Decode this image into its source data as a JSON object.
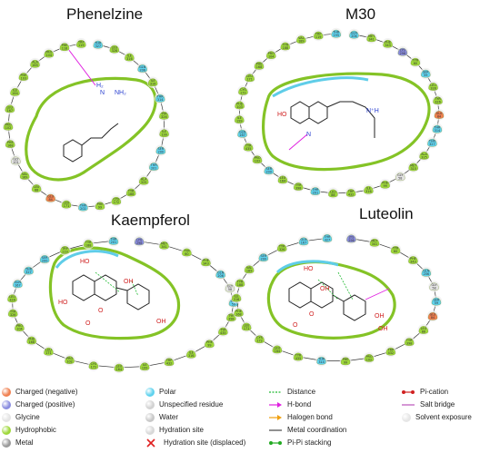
{
  "panels": [
    {
      "title": "Phenelzine",
      "atoms": [
        {
          "t": "H₂",
          "c": "#2a3fd0"
        },
        {
          "t": "N",
          "c": "#2a3fd0"
        },
        {
          "t": "NH₂",
          "c": "#2a3fd0"
        }
      ],
      "residues": [
        {
          "name": "THR",
          "num": "327",
          "type": "polar"
        },
        {
          "name": "LEU",
          "num": "328",
          "type": "hydrophobic"
        },
        {
          "name": "ILE",
          "num": "316",
          "type": "hydrophobic"
        },
        {
          "name": "GLN",
          "num": "206",
          "type": "polar"
        },
        {
          "name": "ILE",
          "num": "316",
          "type": "hydrophobic"
        },
        {
          "name": "THR",
          "num": "314",
          "type": "polar"
        },
        {
          "name": "TYR",
          "num": "326",
          "type": "hydrophobic"
        },
        {
          "name": "ILE",
          "num": "199",
          "type": "hydrophobic"
        },
        {
          "name": "SER",
          "num": "200",
          "type": "polar"
        },
        {
          "name": "THR",
          "num": "201",
          "type": "polar"
        },
        {
          "name": "ALA",
          "num": "325",
          "type": "hydrophobic"
        },
        {
          "name": "TYR",
          "num": "188",
          "type": "hydrophobic"
        },
        {
          "name": "CYS",
          "num": "172",
          "type": "hydrophobic"
        },
        {
          "name": "PHE",
          "num": "99",
          "type": "hydrophobic"
        },
        {
          "name": "THR",
          "num": "202",
          "type": "polar"
        },
        {
          "name": "LEU",
          "num": "171",
          "type": "hydrophobic"
        },
        {
          "name": "GLU",
          "num": "84",
          "type": "negative"
        },
        {
          "name": "LEU",
          "num": "88",
          "type": "hydrophobic"
        },
        {
          "name": "VAL",
          "num": "169",
          "type": "hydrophobic"
        },
        {
          "name": "GLY",
          "num": "101",
          "type": "glycine"
        },
        {
          "name": "PHE",
          "num": "168",
          "type": "hydrophobic"
        },
        {
          "name": "PRO",
          "num": "102",
          "type": "hydrophobic"
        },
        {
          "name": "LEU",
          "num": "167",
          "type": "hydrophobic"
        },
        {
          "name": "ILE",
          "num": "164",
          "type": "hydrophobic"
        },
        {
          "name": "PHE",
          "num": "103",
          "type": "hydrophobic"
        },
        {
          "name": "ALA",
          "num": "165",
          "type": "hydrophobic"
        },
        {
          "name": "PRO",
          "num": "104",
          "type": "hydrophobic"
        },
        {
          "name": "PHE",
          "num": "118",
          "type": "hydrophobic"
        },
        {
          "name": "TRP",
          "num": "119",
          "type": "hydrophobic"
        }
      ]
    },
    {
      "title": "M30",
      "atoms": [
        {
          "t": "HO",
          "c": "#d02020"
        },
        {
          "t": "N",
          "c": "#2a3fd0"
        },
        {
          "t": "N⁺H",
          "c": "#2a3fd0"
        }
      ],
      "residues": [
        {
          "name": "GLN",
          "num": "206",
          "type": "polar"
        },
        {
          "name": "MET",
          "num": "341",
          "type": "hydrophobic"
        },
        {
          "name": "PHE",
          "num": "343",
          "type": "hydrophobic"
        },
        {
          "name": "LYS",
          "num": "296",
          "type": "positive"
        },
        {
          "name": "TYR",
          "num": "60",
          "type": "hydrophobic"
        },
        {
          "name": "SER",
          "num": "59",
          "type": "polar"
        },
        {
          "name": "LEU",
          "num": "328",
          "type": "hydrophobic"
        },
        {
          "name": "TYR",
          "num": "326",
          "type": "hydrophobic"
        },
        {
          "name": "GLU",
          "num": "84",
          "type": "negative"
        },
        {
          "name": "THR",
          "num": "314",
          "type": "polar"
        },
        {
          "name": "THR",
          "num": "327",
          "type": "polar"
        },
        {
          "name": "ALA",
          "num": "325",
          "type": "hydrophobic"
        },
        {
          "name": "MET",
          "num": "315",
          "type": "hydrophobic"
        },
        {
          "name": "GLY",
          "num": "58",
          "type": "glycine"
        },
        {
          "name": "PHE",
          "num": "99",
          "type": "hydrophobic"
        },
        {
          "name": "ILE",
          "num": "316",
          "type": "hydrophobic"
        },
        {
          "name": "TRP",
          "num": "432",
          "type": "hydrophobic"
        },
        {
          "name": "LEU",
          "num": "88",
          "type": "hydrophobic"
        },
        {
          "name": "THR",
          "num": "201",
          "type": "polar"
        },
        {
          "name": "TYR",
          "num": "398",
          "type": "hydrophobic"
        },
        {
          "name": "LEU",
          "num": "164",
          "type": "hydrophobic"
        },
        {
          "name": "SER",
          "num": "200",
          "type": "polar"
        },
        {
          "name": "PRO",
          "num": "102",
          "type": "hydrophobic"
        },
        {
          "name": "TYR",
          "num": "435",
          "type": "hydrophobic"
        },
        {
          "name": "GLN",
          "num": "167",
          "type": "polar"
        },
        {
          "name": "ILE",
          "num": "199",
          "type": "hydrophobic"
        },
        {
          "name": "PHE",
          "num": "103",
          "type": "hydrophobic"
        },
        {
          "name": "CYS",
          "num": "172",
          "type": "hydrophobic"
        },
        {
          "name": "LEU",
          "num": "171",
          "type": "hydrophobic"
        },
        {
          "name": "PHE",
          "num": "168",
          "type": "hydrophobic"
        },
        {
          "name": "PRO",
          "num": "104",
          "type": "hydrophobic"
        },
        {
          "name": "TYR",
          "num": "188",
          "type": "hydrophobic"
        },
        {
          "name": "VAL",
          "num": "189",
          "type": "hydrophobic"
        },
        {
          "name": "TRP",
          "num": "119",
          "type": "hydrophobic"
        },
        {
          "name": "THR",
          "num": "195",
          "type": "polar"
        }
      ]
    },
    {
      "title": "Kaempferol",
      "atoms": [
        {
          "t": "HO",
          "c": "#d02020"
        },
        {
          "t": "HO",
          "c": "#d02020"
        },
        {
          "t": "OH",
          "c": "#d02020"
        },
        {
          "t": "O",
          "c": "#d02020"
        },
        {
          "t": "OH",
          "c": "#d02020"
        },
        {
          "t": "O",
          "c": "#d02020"
        }
      ],
      "residues": [
        {
          "name": "LYS",
          "num": "296",
          "type": "positive"
        },
        {
          "name": "MET",
          "num": "341",
          "type": "hydrophobic"
        },
        {
          "name": "TYR",
          "num": "60",
          "type": "hydrophobic"
        },
        {
          "name": "PHE",
          "num": "343",
          "type": "hydrophobic"
        },
        {
          "name": "GLN",
          "num": "206",
          "type": "polar"
        },
        {
          "name": "GLY",
          "num": "58",
          "type": "glycine"
        },
        {
          "name": "SER",
          "num": "59",
          "type": "polar"
        },
        {
          "name": "TYR",
          "num": "398",
          "type": "hydrophobic"
        },
        {
          "name": "TYR",
          "num": "435",
          "type": "hydrophobic"
        },
        {
          "name": "PHE",
          "num": "99",
          "type": "hydrophobic"
        },
        {
          "name": "ILE",
          "num": "316",
          "type": "hydrophobic"
        },
        {
          "name": "TRP",
          "num": "432",
          "type": "hydrophobic"
        },
        {
          "name": "ILE",
          "num": "199",
          "type": "hydrophobic"
        },
        {
          "name": "LEU",
          "num": "164",
          "type": "hydrophobic"
        },
        {
          "name": "CYS",
          "num": "172",
          "type": "hydrophobic"
        },
        {
          "name": "PRO",
          "num": "102",
          "type": "hydrophobic"
        },
        {
          "name": "LEU",
          "num": "171",
          "type": "hydrophobic"
        },
        {
          "name": "PHE",
          "num": "168",
          "type": "hydrophobic"
        },
        {
          "name": "PRO",
          "num": "104",
          "type": "hydrophobic"
        },
        {
          "name": "TYR",
          "num": "326",
          "type": "hydrophobic"
        },
        {
          "name": "LEU",
          "num": "328",
          "type": "hydrophobic"
        },
        {
          "name": "GLN",
          "num": "167",
          "type": "polar"
        },
        {
          "name": "THR",
          "num": "327",
          "type": "polar"
        },
        {
          "name": "SER",
          "num": "200",
          "type": "polar"
        },
        {
          "name": "TRP",
          "num": "119",
          "type": "hydrophobic"
        },
        {
          "name": "TYR",
          "num": "188",
          "type": "hydrophobic"
        },
        {
          "name": "THR",
          "num": "201",
          "type": "polar"
        }
      ]
    },
    {
      "title": "Luteolin",
      "atoms": [
        {
          "t": "HO",
          "c": "#d02020"
        },
        {
          "t": "OH",
          "c": "#d02020"
        },
        {
          "t": "OH",
          "c": "#d02020"
        },
        {
          "t": "O",
          "c": "#d02020"
        },
        {
          "t": "OH",
          "c": "#d02020"
        },
        {
          "t": "O",
          "c": "#d02020"
        }
      ],
      "residues": [
        {
          "name": "LYS",
          "num": "296",
          "type": "positive"
        },
        {
          "name": "MET",
          "num": "341",
          "type": "hydrophobic"
        },
        {
          "name": "TYR",
          "num": "60",
          "type": "hydrophobic"
        },
        {
          "name": "PHE",
          "num": "343",
          "type": "hydrophobic"
        },
        {
          "name": "GLN",
          "num": "206",
          "type": "polar"
        },
        {
          "name": "GLY",
          "num": "58",
          "type": "glycine"
        },
        {
          "name": "SER",
          "num": "59",
          "type": "polar"
        },
        {
          "name": "GLU",
          "num": "84",
          "type": "negative"
        },
        {
          "name": "LEU",
          "num": "88",
          "type": "hydrophobic"
        },
        {
          "name": "TYR",
          "num": "398",
          "type": "hydrophobic"
        },
        {
          "name": "TRP",
          "num": "432",
          "type": "hydrophobic"
        },
        {
          "name": "PRO",
          "num": "102",
          "type": "hydrophobic"
        },
        {
          "name": "PHE",
          "num": "99",
          "type": "hydrophobic"
        },
        {
          "name": "THR",
          "num": "314",
          "type": "polar"
        },
        {
          "name": "TYR",
          "num": "435",
          "type": "hydrophobic"
        },
        {
          "name": "LEU",
          "num": "164",
          "type": "hydrophobic"
        },
        {
          "name": "CYS",
          "num": "172",
          "type": "hydrophobic"
        },
        {
          "name": "LEU",
          "num": "171",
          "type": "hydrophobic"
        },
        {
          "name": "PHE",
          "num": "168",
          "type": "hydrophobic"
        },
        {
          "name": "ILE",
          "num": "316",
          "type": "hydrophobic"
        },
        {
          "name": "TYR",
          "num": "188",
          "type": "hydrophobic"
        },
        {
          "name": "VAL",
          "num": "189",
          "type": "hydrophobic"
        },
        {
          "name": "SER",
          "num": "200",
          "type": "polar"
        },
        {
          "name": "TYR",
          "num": "326",
          "type": "hydrophobic"
        },
        {
          "name": "GLN",
          "num": "167",
          "type": "polar"
        },
        {
          "name": "THR",
          "num": "327",
          "type": "polar"
        }
      ]
    }
  ],
  "colors": {
    "negative": "#f08050",
    "positive": "#8a8de0",
    "glycine": "#e4e4e4",
    "hydrophobic": "#9ed83a",
    "metal": "#9a9a9a",
    "polar": "#5fd2ee",
    "unspecified": "#d2d2d2",
    "water": "#c8c8c8",
    "pocket": "#84c326",
    "exposure": "#5fcde8"
  },
  "legend": [
    {
      "label": "Charged (negative)",
      "kind": "circle",
      "color": "#f08050"
    },
    {
      "label": "Charged (positive)",
      "kind": "circle",
      "color": "#8a8de0"
    },
    {
      "label": "Glycine",
      "kind": "circle",
      "color": "#e4e4e4"
    },
    {
      "label": "Hydrophobic",
      "kind": "circle",
      "color": "#9ed83a"
    },
    {
      "label": "Metal",
      "kind": "circle",
      "color": "#9a9a9a"
    },
    {
      "label": "Polar",
      "kind": "circle",
      "color": "#5fd2ee"
    },
    {
      "label": "Unspecified residue",
      "kind": "circle",
      "color": "#d2d2d2"
    },
    {
      "label": "Water",
      "kind": "circle",
      "color": "#c8c8c8"
    },
    {
      "label": "Hydration site",
      "kind": "circle",
      "color": "#d8d8d8"
    },
    {
      "label": "Hydration site (displaced)",
      "kind": "cross",
      "color": "#e02020"
    },
    {
      "label": "Distance",
      "kind": "dashed",
      "color": "#22bb33"
    },
    {
      "label": "H-bond",
      "kind": "arrow",
      "color": "#e020e0"
    },
    {
      "label": "Halogen bond",
      "kind": "arrow",
      "color": "#f0a010"
    },
    {
      "label": "Metal coordination",
      "kind": "line",
      "color": "#555555"
    },
    {
      "label": "Pi-Pi stacking",
      "kind": "dotline",
      "color": "#22aa22"
    },
    {
      "label": "Pi-cation",
      "kind": "dotline",
      "color": "#d02020"
    },
    {
      "label": "Salt bridge",
      "kind": "line",
      "color": "#c060c0"
    },
    {
      "label": "Solvent exposure",
      "kind": "circle",
      "color": "#e6e6e6"
    }
  ]
}
